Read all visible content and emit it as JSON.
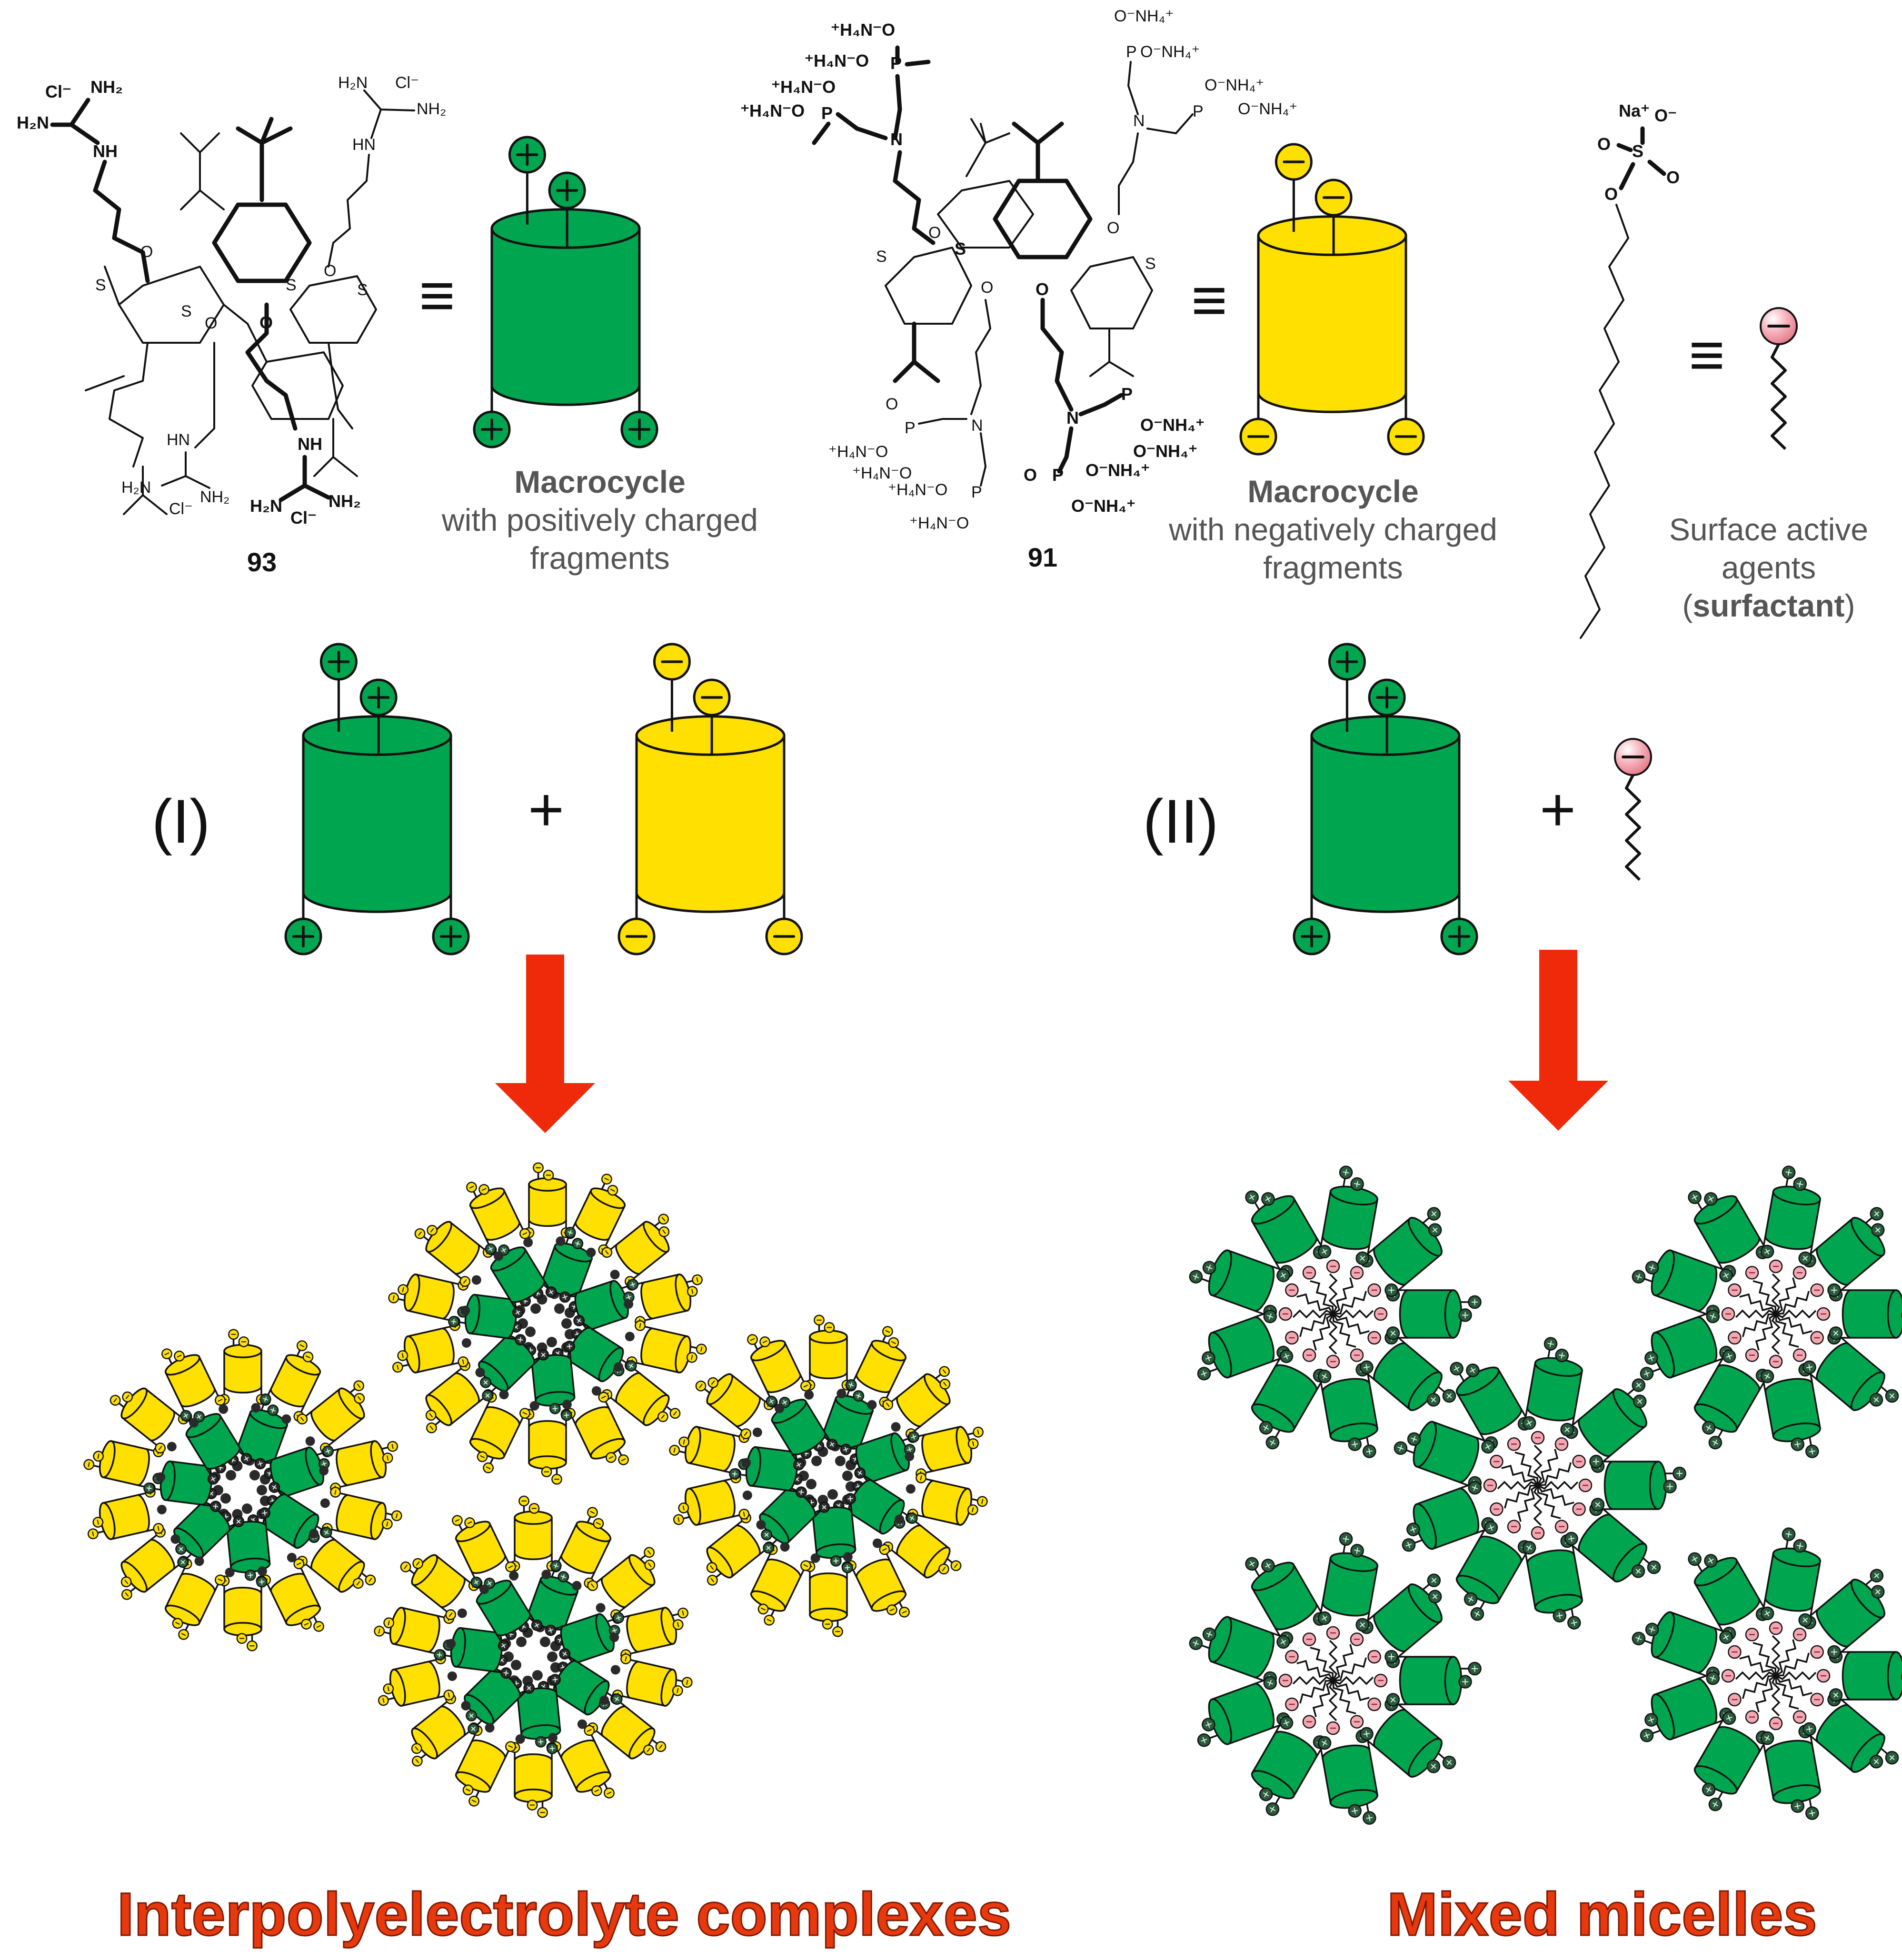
{
  "colors": {
    "green": "#00a54f",
    "yellow": "#ffe000",
    "pink": "#f4a7b1",
    "red_arrow": "#ee2a0a",
    "title_red": "#e8380d",
    "caption_grey": "#555555",
    "outline": "#111111"
  },
  "compounds": {
    "c93": {
      "number": "93",
      "caption_bold": "Macrocycle",
      "caption_rest": "with positively charged",
      "caption_rest2": "fragments"
    },
    "c91": {
      "number": "91",
      "caption_bold": "Macrocycle",
      "caption_rest": "with negatively charged",
      "caption_rest2": "fragments"
    },
    "surfactant": {
      "line1": "Surface active",
      "line2": "agents",
      "paren_open": "(",
      "bold": "surfactant",
      "paren_close": ")"
    }
  },
  "chem_labels": {
    "cl": "Cl⁻",
    "nh2": "NH₂",
    "h2n": "H₂N",
    "nh": "NH",
    "hn": "HN",
    "s": "S",
    "o": "O",
    "n": "N",
    "p": "P",
    "h4n_o": "⁺H₄N⁻O",
    "o_nh4": "O⁻NH₄⁺",
    "na": "Na⁺",
    "o_minus": "O⁻",
    "plus": "+"
  },
  "equivalence": "≡",
  "scheme": {
    "label_I": "(I)",
    "label_II": "(II)",
    "plus_sign": "+"
  },
  "titles": {
    "left": "Interpolyelectrolyte complexes",
    "right": "Mixed micelles"
  }
}
